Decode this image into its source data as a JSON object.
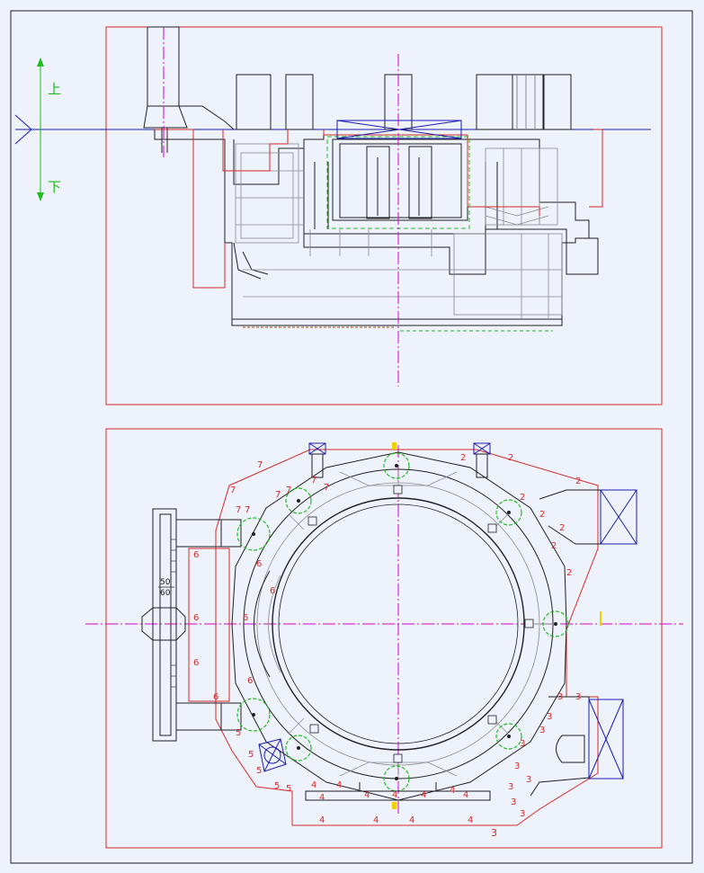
{
  "elevation_view": {
    "up_label": "上",
    "down_label": "下"
  },
  "plan_view": {
    "scale_label_top": "50",
    "scale_label_bottom": "60",
    "thickness_labels_left": [
      "6",
      "6",
      "6",
      "6",
      "6",
      "6",
      "6",
      "6"
    ],
    "thickness_labels_top_left": [
      "7",
      "7",
      "7",
      "7",
      "7",
      "7",
      "7",
      "7"
    ],
    "thickness_labels_right": [
      "2",
      "2",
      "2",
      "2",
      "2",
      "2",
      "2",
      "2"
    ],
    "thickness_labels_lower_right": [
      "3",
      "3",
      "3",
      "3",
      "3",
      "3",
      "3",
      "3",
      "3",
      "3"
    ],
    "thickness_labels_bottom": [
      "4",
      "4",
      "4",
      "4",
      "4",
      "4",
      "4",
      "4",
      "4",
      "4",
      "4",
      "4"
    ],
    "thickness_labels_lower_left": [
      "5",
      "5",
      "5",
      "5",
      "5"
    ],
    "bottom_dimension_label": "3"
  },
  "colors": {
    "background": "#eef2fb",
    "outline": "#202020",
    "detail": "#8a8a8a",
    "frame": "#d42a2a",
    "centerline": "#d400d4",
    "parting_line": "#1a1ab4",
    "green": "#22bb22",
    "yellow": "#f0d000"
  }
}
